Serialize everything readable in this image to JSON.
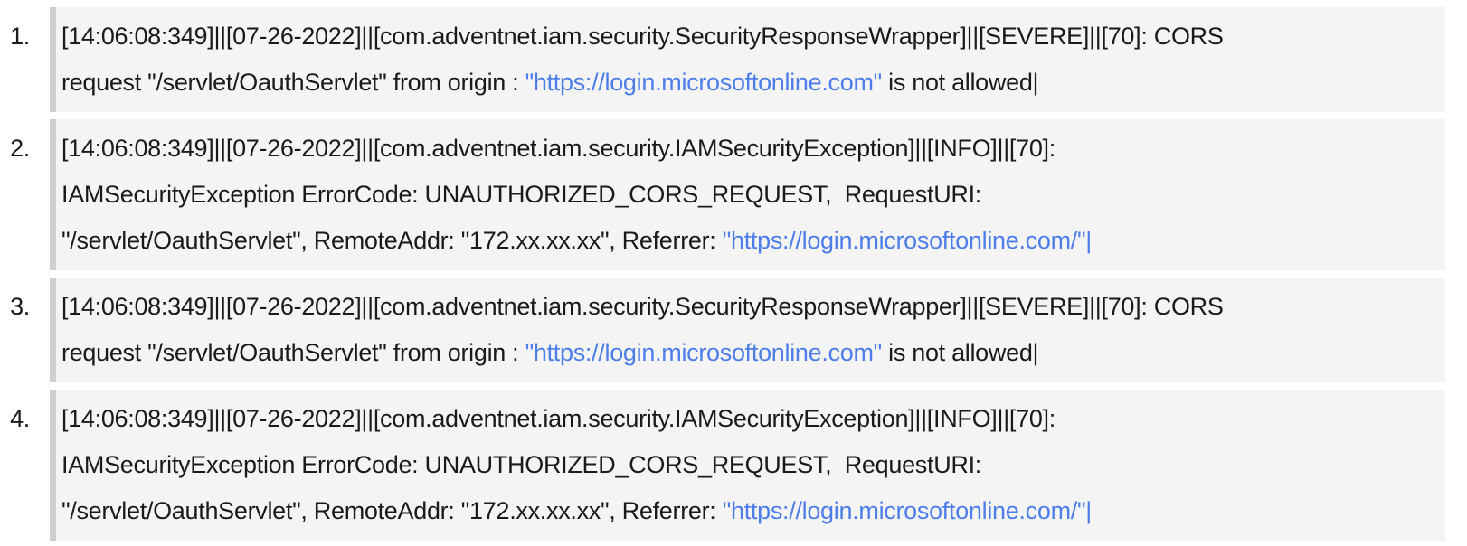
{
  "colors": {
    "page_background": "#ffffff",
    "block_background": "#f4f4f4",
    "block_left_bar": "#cfcfcf",
    "text": "#1a1a1a",
    "link": "#4d7de8"
  },
  "log_list": {
    "items": [
      {
        "number": "1.",
        "lines": [
          [
            {
              "text": "[14:06:08:349]||[07-26-2022]||[com.adventnet.iam.security.SecurityResponseWrapper]||[SEVERE]||[70]: CORS",
              "link": false
            }
          ],
          [
            {
              "text": "request \"/servlet/OauthServlet\" from origin : ",
              "link": false
            },
            {
              "text": "\"https://login.microsoftonline.com\"",
              "link": true
            },
            {
              "text": " is not allowed|",
              "link": false
            }
          ]
        ]
      },
      {
        "number": "2.",
        "lines": [
          [
            {
              "text": "[14:06:08:349]||[07-26-2022]||[com.adventnet.iam.security.IAMSecurityException]||[INFO]||[70]:",
              "link": false
            }
          ],
          [
            {
              "text": "IAMSecurityException ErrorCode: UNAUTHORIZED_CORS_REQUEST,  RequestURI:",
              "link": false
            }
          ],
          [
            {
              "text": "\"/servlet/OauthServlet\", RemoteAddr: \"172.xx.xx.xx\", Referrer: ",
              "link": false
            },
            {
              "text": "\"https://login.microsoftonline.com/\"|",
              "link": true
            }
          ]
        ]
      },
      {
        "number": "3.",
        "lines": [
          [
            {
              "text": "[14:06:08:349]||[07-26-2022]||[com.adventnet.iam.security.SecurityResponseWrapper]||[SEVERE]||[70]: CORS",
              "link": false
            }
          ],
          [
            {
              "text": "request \"/servlet/OauthServlet\" from origin : ",
              "link": false
            },
            {
              "text": "\"https://login.microsoftonline.com\"",
              "link": true
            },
            {
              "text": " is not allowed|",
              "link": false
            }
          ]
        ]
      },
      {
        "number": "4.",
        "lines": [
          [
            {
              "text": "[14:06:08:349]||[07-26-2022]||[com.adventnet.iam.security.IAMSecurityException]||[INFO]||[70]:",
              "link": false
            }
          ],
          [
            {
              "text": "IAMSecurityException ErrorCode: UNAUTHORIZED_CORS_REQUEST,  RequestURI:",
              "link": false
            }
          ],
          [
            {
              "text": "\"/servlet/OauthServlet\", RemoteAddr: \"172.xx.xx.xx\", Referrer: ",
              "link": false
            },
            {
              "text": "\"https://login.microsoftonline.com/\"|",
              "link": true
            }
          ]
        ]
      }
    ]
  }
}
